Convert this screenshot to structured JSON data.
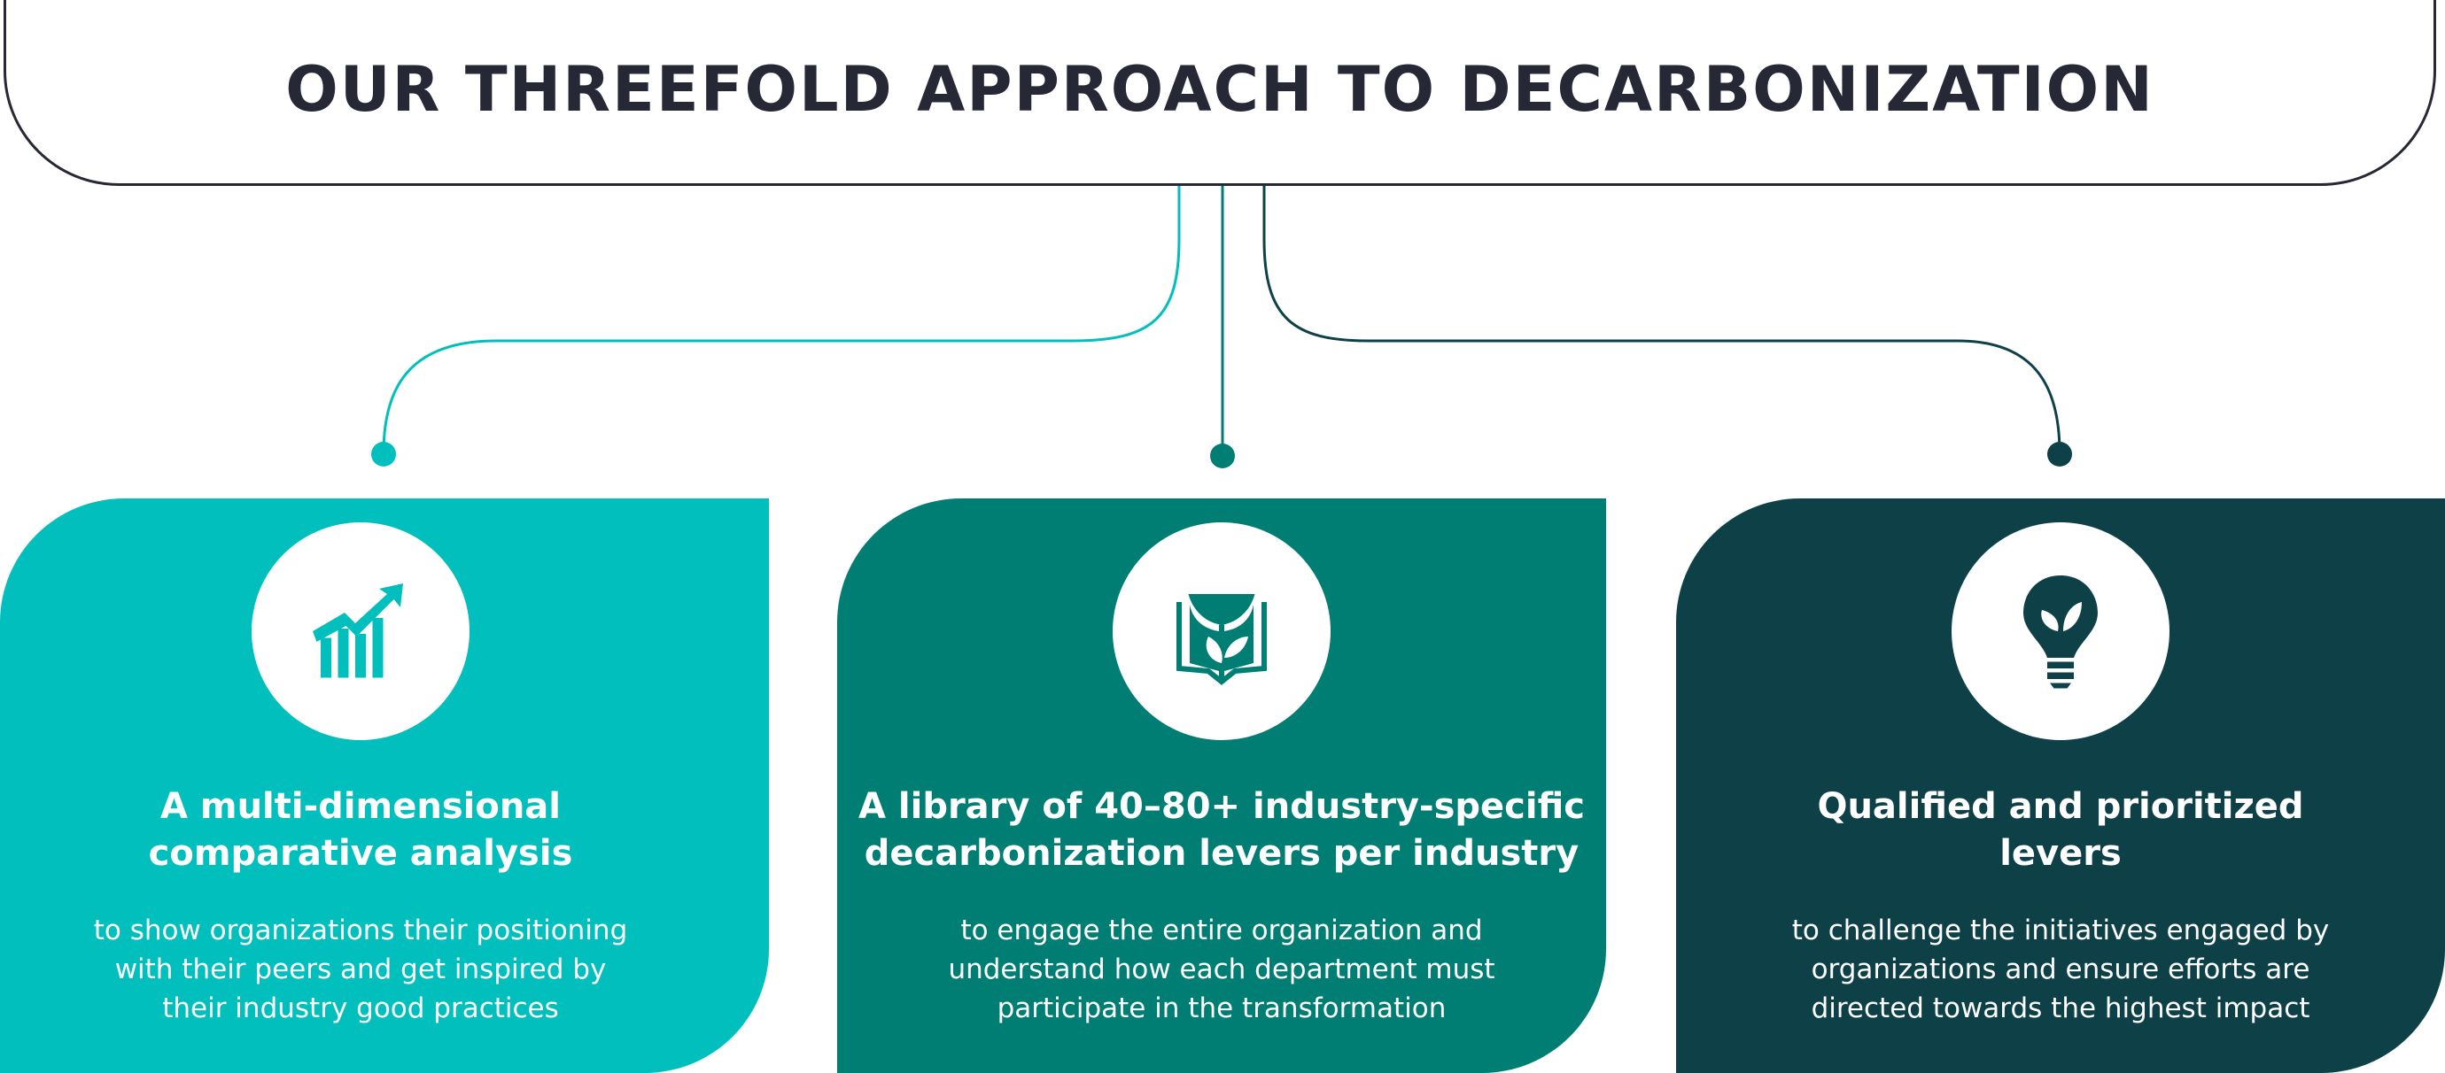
{
  "title": "OUR THREEFOLD APPROACH TO DECARBONIZATION",
  "colors": {
    "title": "#262835",
    "cyan": "#00BFBD",
    "teal": "#007E74",
    "dark": "#0E4048"
  },
  "cards": [
    {
      "icon": "growth-chart-icon",
      "heading_lines": [
        "A multi-dimensional",
        "comparative analysis"
      ],
      "body_lines": [
        "to show organizations their positioning",
        "with their peers and get inspired by",
        "their industry good practices"
      ]
    },
    {
      "icon": "book-leaf-icon",
      "heading_lines": [
        "A library of 40–80+ industry-specific",
        "decarbonization levers per industry"
      ],
      "body_lines": [
        "to engage the entire organization and",
        "understand how each department must",
        "participate in the transformation"
      ]
    },
    {
      "icon": "lightbulb-leaf-icon",
      "heading_lines": [
        "Qualified and prioritized",
        "levers"
      ],
      "body_lines": [
        "to challenge the initiatives engaged by",
        "organizations and ensure efforts are",
        "directed towards the highest impact"
      ]
    }
  ]
}
